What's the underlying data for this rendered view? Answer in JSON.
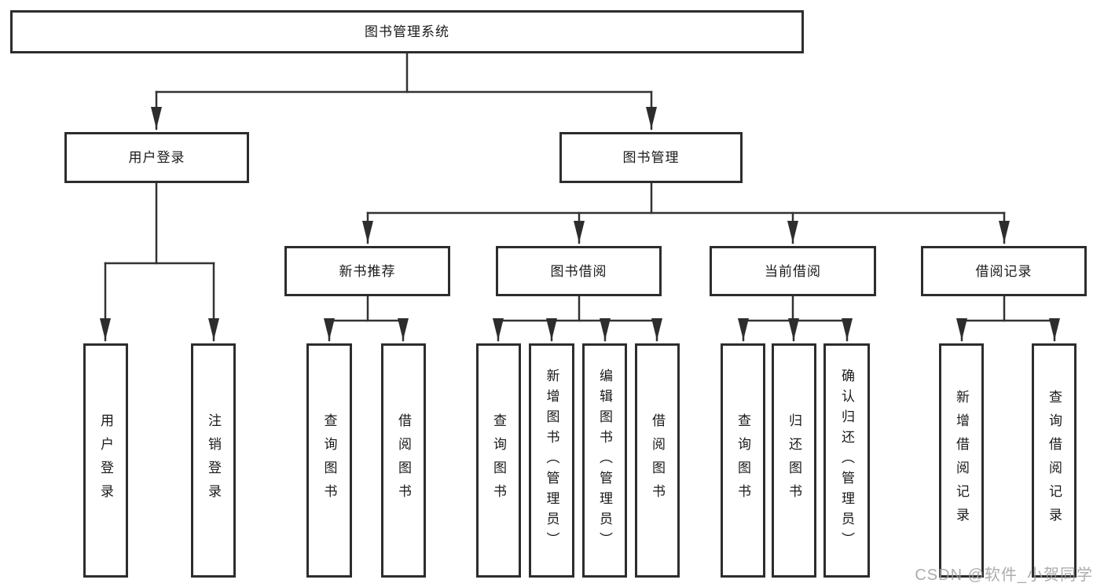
{
  "diagram": {
    "type": "tree",
    "title": "图书管理系统",
    "colors": {
      "background": "#ffffff",
      "line": "#333333",
      "box_border": "#2d2d2d",
      "text": "#1a1a1a",
      "watermark": "#9e9e9e"
    },
    "nodes": {
      "root": {
        "label": "图书管理系统",
        "children": [
          "user_login",
          "book_management"
        ]
      },
      "user_login": {
        "label": "用户登录",
        "children": [
          "user_login_action",
          "logout_action"
        ]
      },
      "book_management": {
        "label": "图书管理",
        "children": [
          "new_book_recommend",
          "book_borrowing",
          "current_borrowing",
          "borrowing_records"
        ]
      },
      "new_book_recommend": {
        "label": "新书推荐",
        "children": [
          "nbr_query_books",
          "nbr_borrow_books"
        ]
      },
      "book_borrowing": {
        "label": "图书借阅",
        "children": [
          "bb_query_books",
          "bb_add_books",
          "bb_edit_books",
          "bb_borrow_books"
        ]
      },
      "current_borrowing": {
        "label": "当前借阅",
        "children": [
          "cb_query_books",
          "cb_return_books",
          "cb_confirm_return"
        ]
      },
      "borrowing_records": {
        "label": "借阅记录",
        "children": [
          "br_add_record",
          "br_query_record"
        ]
      },
      "user_login_action": {
        "label": "用户登录"
      },
      "logout_action": {
        "label": "注销登录"
      },
      "nbr_query_books": {
        "label": "查询图书"
      },
      "nbr_borrow_books": {
        "label": "借阅图书"
      },
      "bb_query_books": {
        "label": "查询图书"
      },
      "bb_add_books": {
        "label": "新增图书（管理员）"
      },
      "bb_edit_books": {
        "label": "编辑图书（管理员）"
      },
      "bb_borrow_books": {
        "label": "借阅图书"
      },
      "cb_query_books": {
        "label": "查询图书"
      },
      "cb_return_books": {
        "label": "归还图书"
      },
      "cb_confirm_return": {
        "label": "确认归还（管理员）"
      },
      "br_add_record": {
        "label": "新增借阅记录"
      },
      "br_query_record": {
        "label": "查询借阅记录"
      }
    },
    "watermark": "CSDN @软件_小贺同学"
  }
}
